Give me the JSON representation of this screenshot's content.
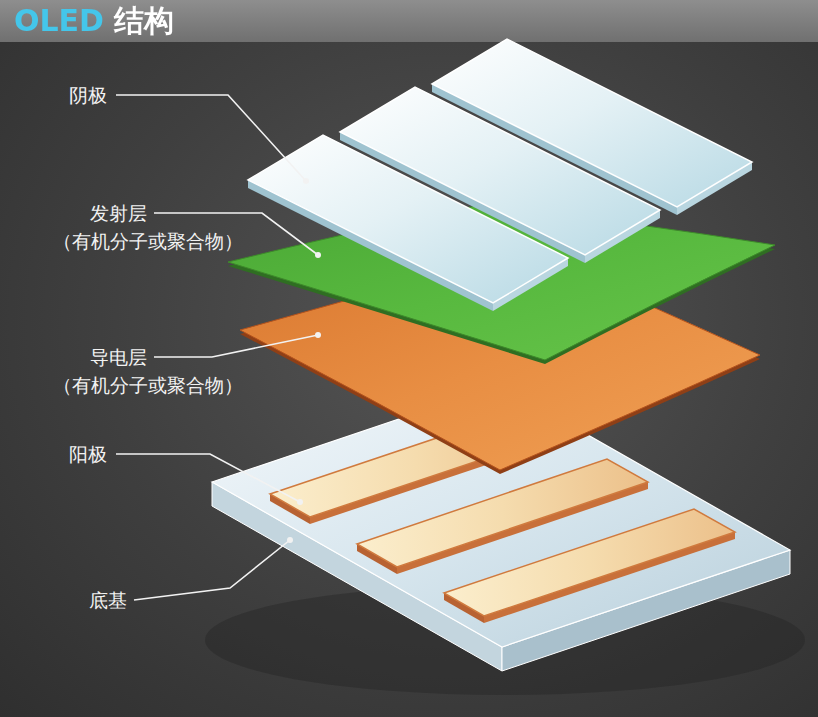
{
  "diagram": {
    "title": "OLED 结构",
    "labels": [
      "阴极",
      "发射层",
      "（有机分子或聚合物）",
      "导电层",
      "（有机分子或聚合物）",
      "阳极",
      "底基"
    ]
  }
}
